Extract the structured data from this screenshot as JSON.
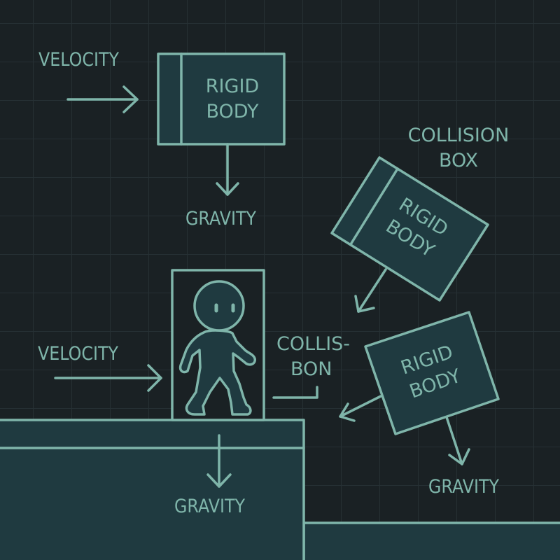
{
  "diagram": {
    "title": "Game physics concepts: rigid bodies, velocity, gravity, collision",
    "colors": {
      "background": "#1a2124",
      "grid": "#263034",
      "stroke": "#7fb5aa",
      "box_fill": "#1f3a40",
      "text": "#7fb5aa"
    },
    "labels": {
      "velocity_top": "VELOCITY",
      "gravity_top": "GRAVITY",
      "collision_box_line1": "COLLISION",
      "collision_box_line2": "BOX",
      "velocity_bottom": "VELOCITY",
      "collision_line1": "COLLIS-",
      "collision_line2": "BON",
      "gravity_ground": "GRAVITY",
      "gravity_right": "GRAVITY"
    },
    "rigid_bodies": [
      {
        "line1": "RIGID",
        "line2": "BODY",
        "rotation_deg": 0
      },
      {
        "line1": "RIGID",
        "line2": "BODY",
        "rotation_deg": 32
      },
      {
        "line1": "RIGID",
        "line2": "BODY",
        "rotation_deg": -19
      }
    ],
    "character": {
      "label": "player character"
    }
  }
}
